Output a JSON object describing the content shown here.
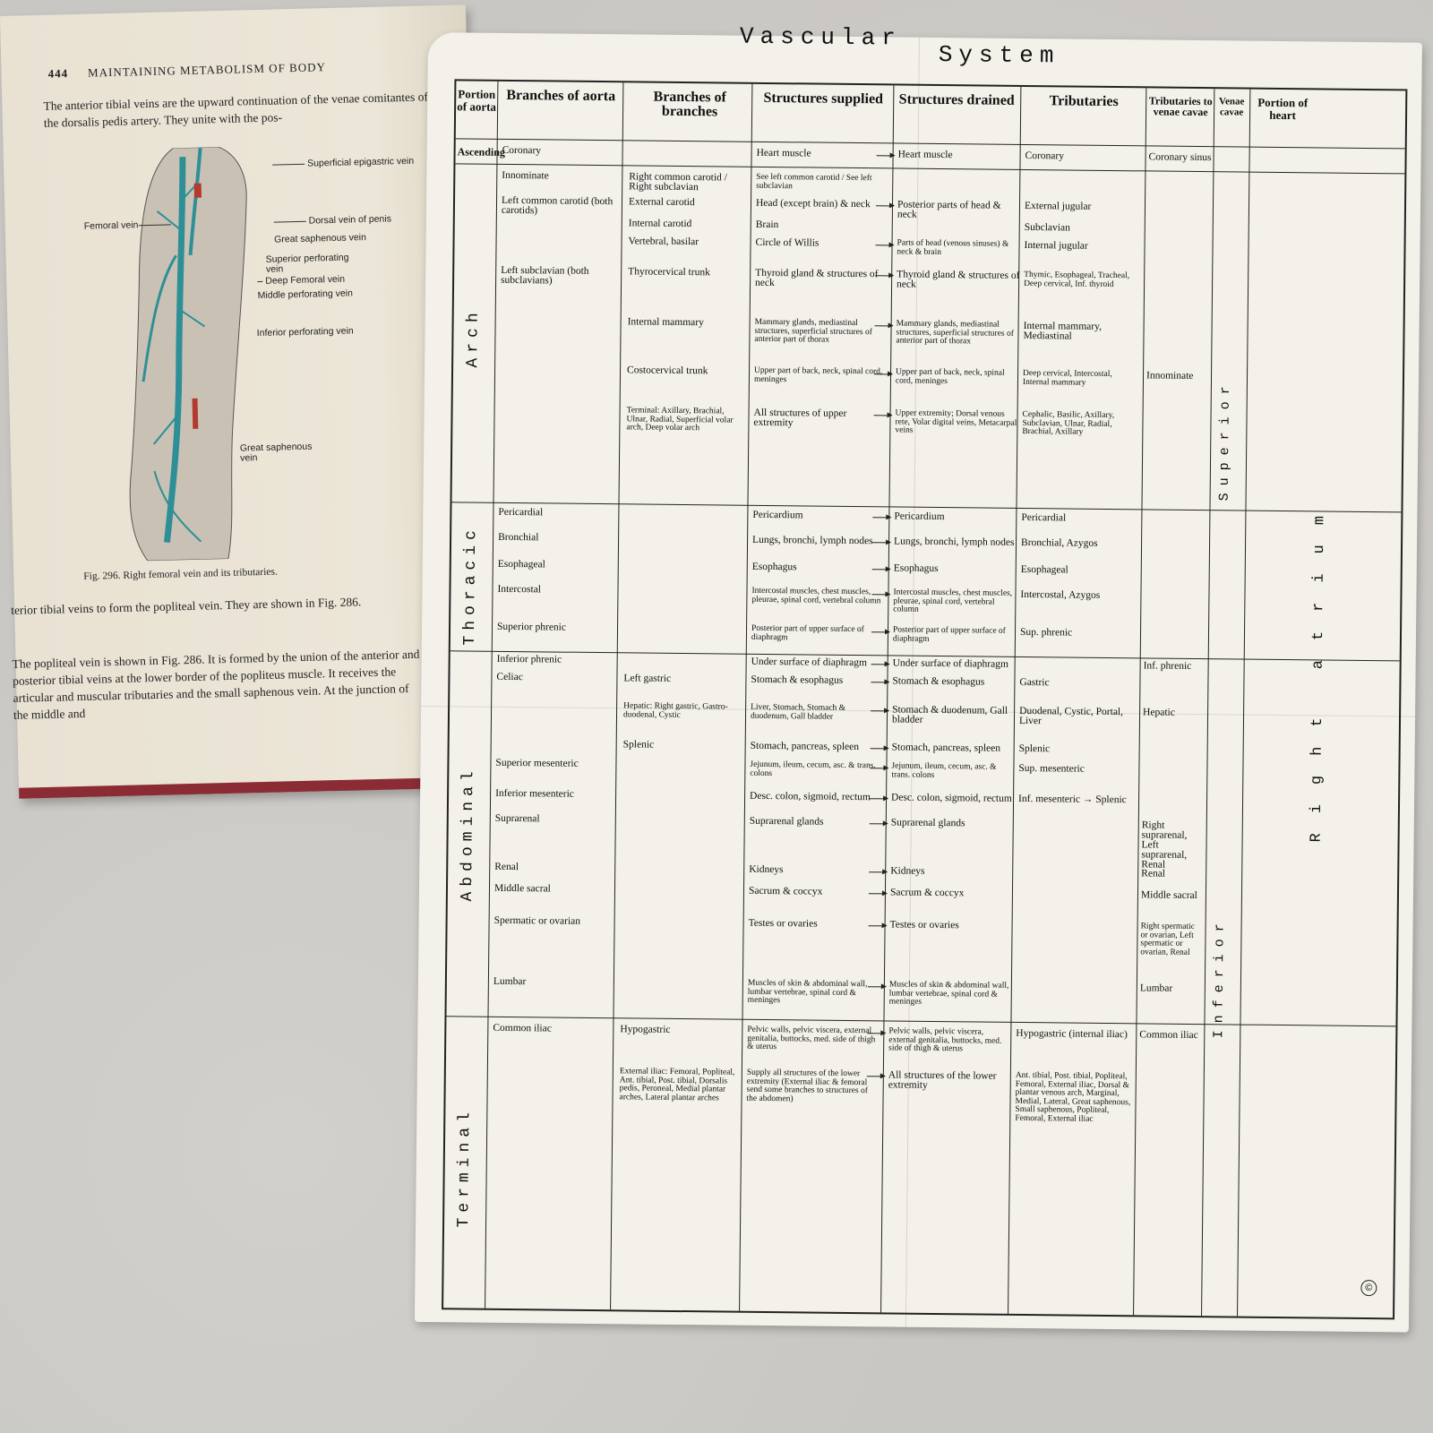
{
  "book": {
    "page_number": "444",
    "running_head": "MAINTAINING METABOLISM OF BODY",
    "para_top": "The anterior tibial veins are the upward continuation of the venae comitantes of the dorsalis pedis artery. They unite with the pos-",
    "figure_labels": [
      "Superficial epigastric vein",
      "Femoral vein",
      "Dorsal vein of penis",
      "Great saphenous vein",
      "Superior perforating vein",
      "Deep Femoral vein",
      "Middle perforating vein",
      "Inferior perforating vein",
      "Great saphenous vein"
    ],
    "figure_caption": "Fig. 296. Right femoral vein and its tributaries.",
    "para_bottom_1": "terior tibial veins to form the popliteal vein. They are shown in Fig. 286.",
    "para_bottom_2": "The popliteal vein is shown in Fig. 286. It is formed by the union of the anterior and posterior tibial veins at the lower border of the popliteus muscle. It receives the articular and muscular tributaries and the small saphenous vein. At the junction of the middle and"
  },
  "chart": {
    "title_left": "Vascular",
    "title_right": "System",
    "columns": [
      "Portion of aorta",
      "Branches of aorta",
      "Branches of branches",
      "Structures supplied",
      "Structures drained",
      "Tributaries",
      "Tributaries to venae cavae",
      "Venae cavae",
      "Portion of heart"
    ],
    "sections": [
      "Ascending",
      "Arch",
      "Thoracic",
      "Abdominal",
      "Terminal"
    ],
    "cavae": [
      "Superior",
      "Inferior"
    ],
    "heart": "Right atrium",
    "rows": [
      {
        "branch": "Coronary",
        "sub": "",
        "supplied": "Heart muscle",
        "drained": "Heart muscle",
        "trib": "Coronary",
        "tvc": "Coronary sinus"
      },
      {
        "branch": "Innominate",
        "sub": "Right common carotid / Right subclavian",
        "supplied": "See left common carotid / See left subclavian",
        "drained": "",
        "trib": "",
        "tvc": ""
      },
      {
        "branch": "Left common carotid (both carotids)",
        "sub": "External carotid",
        "supplied": "Head (except brain) & neck",
        "drained": "Posterior parts of head & neck",
        "trib": "External jugular",
        "tvc": ""
      },
      {
        "branch": "",
        "sub": "Internal carotid",
        "supplied": "Brain",
        "drained": "",
        "trib": "Subclavian",
        "tvc": ""
      },
      {
        "branch": "",
        "sub": "Vertebral, basilar",
        "supplied": "Circle of Willis",
        "drained": "Parts of head (venous sinuses) & neck & brain",
        "trib": "Internal jugular",
        "tvc": ""
      },
      {
        "branch": "Left subclavian (both subclavians)",
        "sub": "Thyrocervical trunk",
        "supplied": "Thyroid gland & structures of neck",
        "drained": "Thyroid gland & structures of neck",
        "trib": "Thymic, Esophageal, Tracheal, Deep cervical, Inf. thyroid",
        "tvc": ""
      },
      {
        "branch": "",
        "sub": "Internal mammary",
        "supplied": "Mammary glands, mediastinal structures, superficial structures of anterior part of thorax",
        "drained": "Mammary glands, mediastinal structures, superficial structures of anterior part of thorax",
        "trib": "Internal mammary, Mediastinal",
        "tvc": ""
      },
      {
        "branch": "",
        "sub": "Costocervical trunk",
        "supplied": "Upper part of back, neck, spinal cord, meninges",
        "drained": "Upper part of back, neck, spinal cord, meninges",
        "trib": "Deep cervical, Intercostal, Internal mammary",
        "tvc": "Innominate"
      },
      {
        "branch": "",
        "sub": "Terminal: Axillary, Brachial, Ulnar, Radial, Superficial volar arch, Deep volar arch",
        "supplied": "All structures of upper extremity",
        "drained": "Upper extremity; Dorsal venous rete, Volar digital veins, Metacarpal veins",
        "trib": "Cephalic, Basilic, Axillary, Subclavian, Ulnar, Radial, Brachial, Axillary",
        "tvc": ""
      },
      {
        "branch": "Pericardial",
        "sub": "",
        "supplied": "Pericardium",
        "drained": "Pericardium",
        "trib": "Pericardial",
        "tvc": ""
      },
      {
        "branch": "Bronchial",
        "sub": "",
        "supplied": "Lungs, bronchi, lymph nodes",
        "drained": "Lungs, bronchi, lymph nodes",
        "trib": "Bronchial, Azygos",
        "tvc": ""
      },
      {
        "branch": "Esophageal",
        "sub": "",
        "supplied": "Esophagus",
        "drained": "Esophagus",
        "trib": "Esophageal",
        "tvc": ""
      },
      {
        "branch": "Intercostal",
        "sub": "",
        "supplied": "Intercostal muscles, chest muscles, pleurae, spinal cord, vertebral column",
        "drained": "Intercostal muscles, chest muscles, pleurae, spinal cord, vertebral column",
        "trib": "Intercostal, Azygos",
        "tvc": ""
      },
      {
        "branch": "Superior phrenic",
        "sub": "",
        "supplied": "Posterior part of upper surface of diaphragm",
        "drained": "Posterior part of upper surface of diaphragm",
        "trib": "Sup. phrenic",
        "tvc": ""
      },
      {
        "branch": "Inferior phrenic",
        "sub": "",
        "supplied": "Under surface of diaphragm",
        "drained": "Under surface of diaphragm",
        "trib": "",
        "tvc": "Inf. phrenic"
      },
      {
        "branch": "Celiac",
        "sub": "Left gastric",
        "supplied": "Stomach & esophagus",
        "drained": "Stomach & esophagus",
        "trib": "Gastric",
        "tvc": ""
      },
      {
        "branch": "",
        "sub": "Hepatic: Right gastric, Gastro-duodenal, Cystic",
        "supplied": "Liver, Stomach, Stomach & duodenum, Gall bladder",
        "drained": "Stomach & duodenum, Gall bladder",
        "trib": "Duodenal, Cystic, Portal, Liver",
        "tvc": "Hepatic"
      },
      {
        "branch": "",
        "sub": "Splenic",
        "supplied": "Stomach, pancreas, spleen",
        "drained": "Stomach, pancreas, spleen",
        "trib": "Splenic",
        "tvc": ""
      },
      {
        "branch": "Superior mesenteric",
        "sub": "",
        "supplied": "Jejunum, ileum, cecum, asc. & trans. colons",
        "drained": "Jejunum, ileum, cecum, asc. & trans. colons",
        "trib": "Sup. mesenteric",
        "tvc": ""
      },
      {
        "branch": "Inferior mesenteric",
        "sub": "",
        "supplied": "Desc. colon, sigmoid, rectum",
        "drained": "Desc. colon, sigmoid, rectum",
        "trib": "Inf. mesenteric → Splenic",
        "tvc": ""
      },
      {
        "branch": "Suprarenal",
        "sub": "",
        "supplied": "Suprarenal glands",
        "drained": "Suprarenal glands",
        "trib": "",
        "tvc": "Right suprarenal, Left suprarenal, Renal"
      },
      {
        "branch": "Renal",
        "sub": "",
        "supplied": "Kidneys",
        "drained": "Kidneys",
        "trib": "",
        "tvc": "Renal"
      },
      {
        "branch": "Middle sacral",
        "sub": "",
        "supplied": "Sacrum & coccyx",
        "drained": "Sacrum & coccyx",
        "trib": "",
        "tvc": "Middle sacral"
      },
      {
        "branch": "Spermatic or ovarian",
        "sub": "",
        "supplied": "Testes or ovaries",
        "drained": "Testes or ovaries",
        "trib": "",
        "tvc": "Right spermatic or ovarian, Left spermatic or ovarian, Renal"
      },
      {
        "branch": "Lumbar",
        "sub": "",
        "supplied": "Muscles of skin & abdominal wall, lumbar vertebrae, spinal cord & meninges",
        "drained": "Muscles of skin & abdominal wall, lumbar vertebrae, spinal cord & meninges",
        "trib": "",
        "tvc": "Lumbar"
      },
      {
        "branch": "Common iliac",
        "sub": "Hypogastric",
        "supplied": "Pelvic walls, pelvic viscera, external genitalia, buttocks, med. side of thigh & uterus",
        "drained": "Pelvic walls, pelvic viscera, external genitalia, buttocks, med. side of thigh & uterus",
        "trib": "Hypogastric (internal iliac)",
        "tvc": "Common iliac"
      },
      {
        "branch": "",
        "sub": "External iliac: Femoral, Popliteal, Ant. tibial, Post. tibial, Dorsalis pedis, Peroneal, Medial plantar arches, Lateral plantar arches",
        "supplied": "Supply all structures of the lower extremity (External iliac & femoral send some branches to structures of the abdomen)",
        "drained": "All structures of the lower extremity",
        "trib": "Ant. tibial, Post. tibial, Popliteal, Femoral, External iliac, Dorsal & plantar venous arch, Marginal, Medial, Lateral, Great saphenous, Small saphenous, Popliteal, Femoral, External iliac",
        "tvc": ""
      }
    ],
    "copyright": "©"
  }
}
